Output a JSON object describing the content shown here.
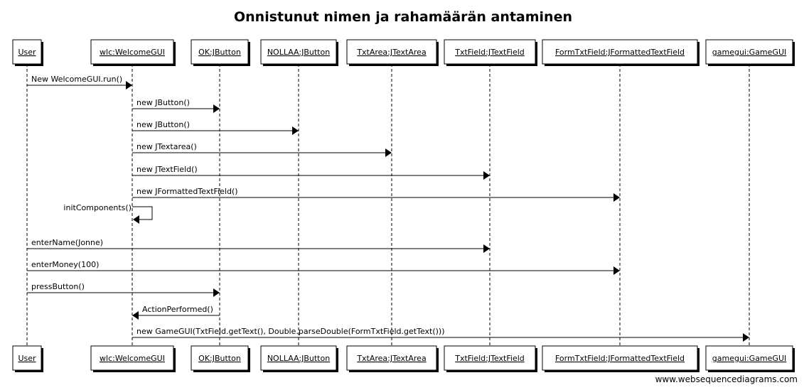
{
  "title": "Onnistunut nimen ja rahamäärän antaminen",
  "watermark": "www.websequencediagrams.com",
  "participants": [
    "User",
    "wlc:WelcomeGUI",
    "OK:JButton",
    "NOLLAA:JButton",
    "TxtArea:JTextArea",
    "TxtField:JTextField",
    "FormTxtField:JFormattedTextField",
    "gamegui:GameGUI"
  ],
  "messages": [
    {
      "from": 0,
      "to": 1,
      "label": "New WelcomeGUI.run()"
    },
    {
      "from": 1,
      "to": 2,
      "label": "new JButton()"
    },
    {
      "from": 1,
      "to": 3,
      "label": "new JButton()"
    },
    {
      "from": 1,
      "to": 4,
      "label": "new JTextarea()"
    },
    {
      "from": 1,
      "to": 5,
      "label": "new JTextField()"
    },
    {
      "from": 1,
      "to": 6,
      "label": "new JFormattedTextField()"
    },
    {
      "from": 1,
      "to": 1,
      "label": "initComponents()"
    },
    {
      "from": 0,
      "to": 5,
      "label": "enterName(Jonne)"
    },
    {
      "from": 0,
      "to": 6,
      "label": "enterMoney(100)"
    },
    {
      "from": 0,
      "to": 2,
      "label": "pressButton()"
    },
    {
      "from": 2,
      "to": 1,
      "label": "ActionPerformed()"
    },
    {
      "from": 1,
      "to": 7,
      "label": "new GameGUI(TxtField.getText(), Double.parseDouble(FormTxtField.getText()))"
    }
  ]
}
